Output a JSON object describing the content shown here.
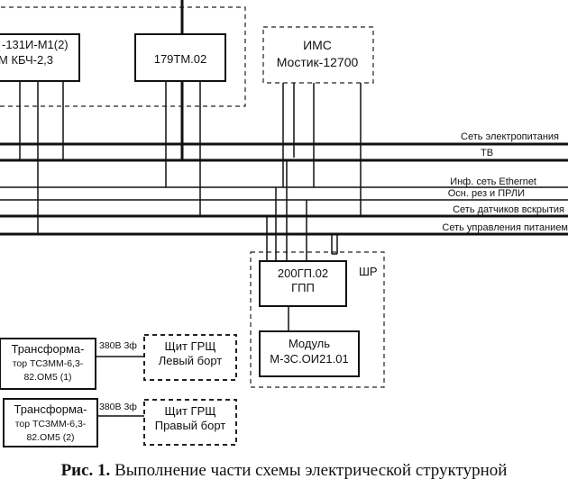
{
  "boxes": {
    "left_partial": {
      "line1": "-131И-М1(2)",
      "line2": "М КБЧ-2,3"
    },
    "tm": {
      "label": "179ТМ.02"
    },
    "ims": {
      "line1": "ИМС",
      "line2": "Мостик-12700"
    },
    "gp": {
      "line1": "200ГП.02",
      "line2": "ГПП"
    },
    "module": {
      "line1": "Модуль",
      "line2": "М-3С.ОИ21.01"
    },
    "wr_label": "ШР",
    "transformer1": {
      "line1": "Трансформа-",
      "line2": "тор ТСЗММ-6,3-",
      "line3": "82.ОМ5 (1)"
    },
    "transformer2": {
      "line1": "Трансформа-",
      "line2": "тор ТСЗММ-6,3-",
      "line3": "82.ОМ5 (2)"
    },
    "panel1": {
      "line1": "Щит ГРЩ",
      "line2": "Левый борт"
    },
    "panel2": {
      "line1": "Щит ГРЩ",
      "line2": "Правый борт"
    },
    "voltage1": "380В 3ф",
    "voltage2": "380В 3ф"
  },
  "buses": {
    "power": "Сеть электропитания",
    "tv": "ТВ",
    "ethernet": "Инф. сеть Ethernet",
    "osn": "Осн. рез и ПРЛИ",
    "sensors": "Сеть датчиков вскрытия",
    "control": "Сеть управления питанием"
  },
  "caption": {
    "prefix": "Рис. 1.",
    "text": " Выполнение части схемы электрической структурной"
  }
}
